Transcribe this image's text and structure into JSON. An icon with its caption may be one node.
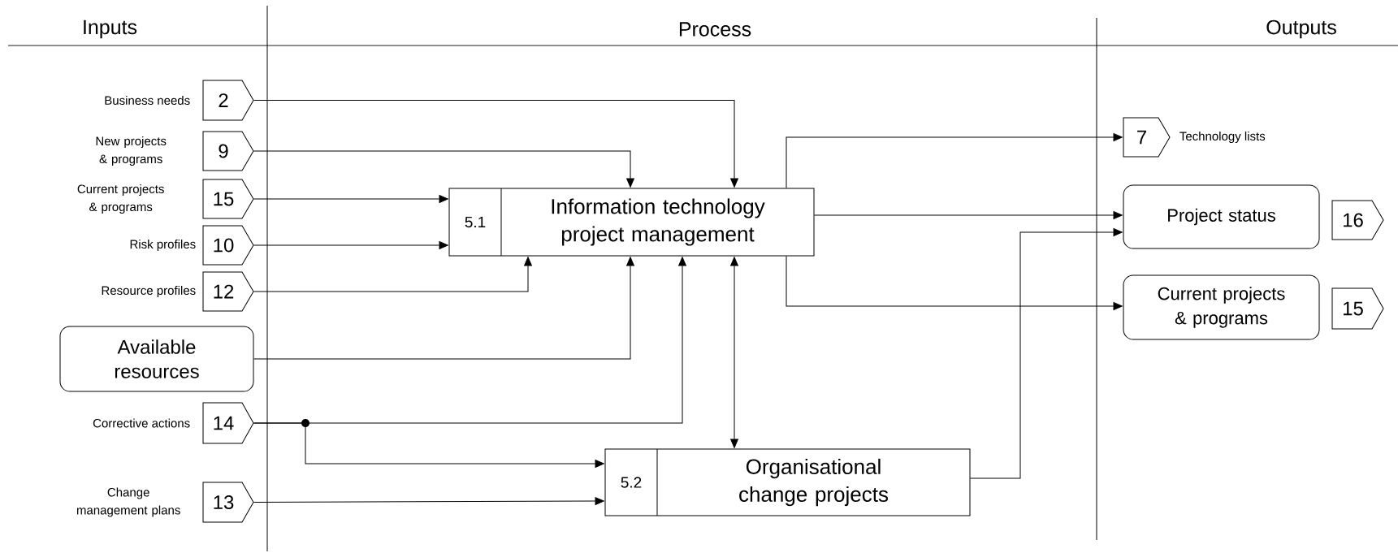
{
  "diagram": {
    "nodes": [
      {
        "text": [
          "2"
        ],
        "beside": [
          "Business needs"
        ]
      },
      {
        "text": [
          "9"
        ],
        "beside": [
          "New projects & programs"
        ]
      },
      {
        "text": [
          "15"
        ],
        "beside": [
          "Current projects & programs"
        ]
      },
      {
        "text": [
          "10"
        ],
        "beside": [
          "Risk profiles"
        ]
      },
      {
        "text": [
          "12"
        ],
        "beside": [
          "Resource profiles"
        ]
      },
      {
        "text": [
          "Available resources"
        ]
      },
      {
        "text": [
          "14"
        ],
        "beside": [
          "Corrective actions"
        ]
      },
      {
        "text": [
          "13"
        ],
        "beside": [
          "Change management plans"
        ]
      },
      {
        "text": [
          "5.1",
          "Information technology project management"
        ]
      },
      {
        "text": [
          "5.2",
          "Organisational change projects"
        ]
      },
      {
        "text": [
          "7"
        ],
        "beside": [
          "Technology lists"
        ]
      },
      {
        "text": [
          "Project status"
        ]
      },
      {
        "text": [
          "16"
        ]
      },
      {
        "text": [
          "Current projects & programs"
        ]
      },
      {
        "text": [
          "15"
        ]
      }
    ],
    "edges": [
      {
        "from": 0,
        "to": 8,
        "arrow": "to"
      },
      {
        "from": 1,
        "to": 8,
        "arrow": "to"
      },
      {
        "from": 2,
        "to": 8,
        "arrow": "to"
      },
      {
        "from": 3,
        "to": 8,
        "arrow": "to"
      },
      {
        "from": 4,
        "to": 8,
        "arrow": "to"
      },
      {
        "from": 5,
        "to": 8,
        "arrow": "to"
      },
      {
        "from": 6,
        "to": 8,
        "arrow": "to"
      },
      {
        "from": 6,
        "to": 9,
        "arrow": "to"
      },
      {
        "from": 7,
        "to": 9,
        "arrow": "to"
      },
      {
        "from": 8,
        "to": 9,
        "arrow": "both"
      },
      {
        "from": 8,
        "to": 10,
        "arrow": "to"
      },
      {
        "from": 8,
        "to": 11,
        "arrow": "to"
      },
      {
        "from": 8,
        "to": 13,
        "arrow": "to"
      },
      {
        "from": 9,
        "to": 11,
        "arrow": "to"
      }
    ],
    "labels": [
      "Inputs",
      "Process",
      "Outputs"
    ]
  }
}
